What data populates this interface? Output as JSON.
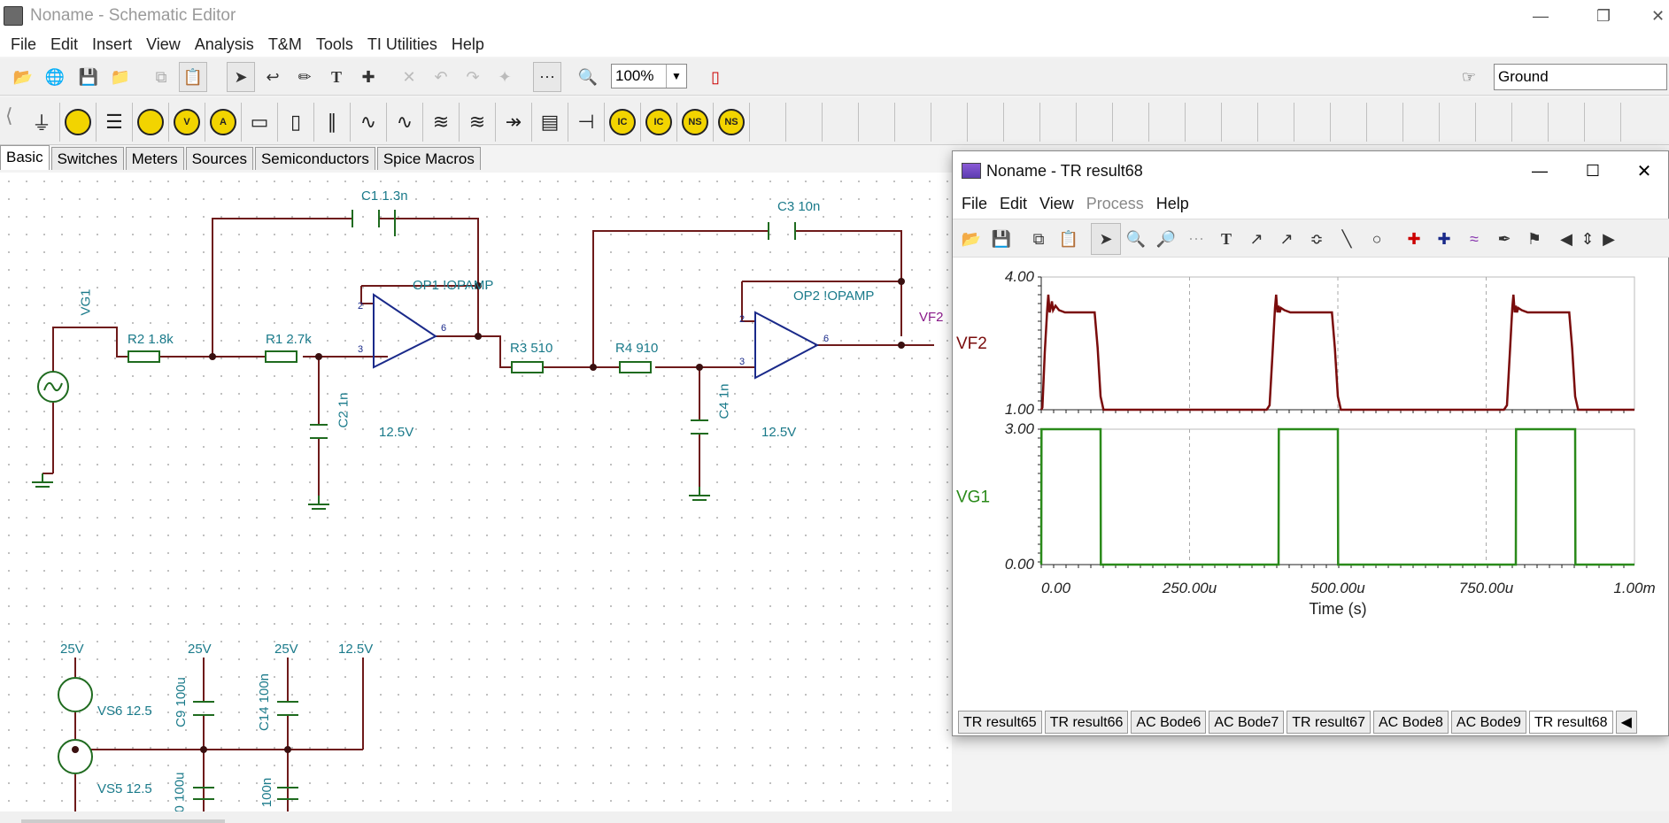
{
  "app": {
    "title": "Noname - Schematic Editor",
    "menu": [
      "File",
      "Edit",
      "Insert",
      "View",
      "Analysis",
      "T&M",
      "Tools",
      "TI Utilities",
      "Help"
    ],
    "zoom": "100%",
    "component_select": "Ground",
    "palette_tabs": [
      "Basic",
      "Switches",
      "Meters",
      "Sources",
      "Semiconductors",
      "Spice Macros"
    ],
    "palette_icons": [
      "ground-icon",
      "voltage-source-icon",
      "battery-icon",
      "voltmeter-icon",
      "voltmeter-v-icon",
      "ammeter-icon",
      "resistor-icon",
      "potentiometer-icon",
      "capacitor-icon",
      "inductor-icon",
      "transformer-icon",
      "coupled-inductor-icon",
      "transformer-core-icon",
      "switch-icon",
      "variable-resistor-icon",
      "capacitor-variable-icon",
      "ic-icon",
      "ic-plus-icon",
      "ns-icon",
      "ns-plus-icon"
    ],
    "palette_badges": {
      "ic": "IC",
      "ns": "NS",
      "v": "V",
      "a": "A"
    }
  },
  "schematic": {
    "labels": {
      "c1": "C1 1.3n",
      "c3": "C3 10n",
      "op1": "OP1 !OPAMP",
      "op2": "OP2 !OPAMP",
      "r2": "R2 1.8k",
      "r1": "R1 2.7k",
      "r3": "R3 510",
      "r4": "R4 910",
      "c2": "C2 1n",
      "c4": "C4 1n",
      "vg1": "VG1",
      "vf2": "VF2",
      "op1_supply": "12.5V",
      "op2_supply": "12.5V",
      "v25a": "25V",
      "v25b": "25V",
      "v25c": "25V",
      "v125": "12.5V",
      "vs6": "VS6 12.5",
      "vs5": "VS5 12.5",
      "c9": "C9 100u",
      "c14": "C14 100n",
      "c_bot1": "0 100u",
      "c_bot2": "100n",
      "pin2": "2",
      "pin3": "3",
      "pin6": "6",
      "plus": "+",
      "minus": "−"
    }
  },
  "result_window": {
    "title": "Noname - TR result68",
    "menu": [
      {
        "label": "File",
        "disabled": false
      },
      {
        "label": "Edit",
        "disabled": false
      },
      {
        "label": "View",
        "disabled": false
      },
      {
        "label": "Process",
        "disabled": true
      },
      {
        "label": "Help",
        "disabled": false
      }
    ],
    "tabs": [
      "TR result65",
      "TR result66",
      "AC Bode6",
      "AC Bode7",
      "TR result67",
      "AC Bode8",
      "AC Bode9",
      "TR result68"
    ],
    "active_tab": "TR result68"
  },
  "chart_data": [
    {
      "type": "line",
      "series": [
        {
          "name": "VF2",
          "color": "#7a0c0c",
          "x": [
            0,
            2,
            6,
            10,
            12,
            14,
            16,
            18,
            20,
            24,
            30,
            40,
            60,
            80,
            90,
            95,
            100,
            105,
            110,
            200,
            300,
            380,
            385,
            390,
            394,
            396,
            398,
            400,
            402,
            404,
            410,
            420,
            440,
            460,
            480,
            490,
            495,
            500,
            505,
            510,
            600,
            700,
            780,
            785,
            790,
            794,
            796,
            798,
            800,
            802,
            804,
            810,
            820,
            840,
            880,
            890,
            895,
            900,
            905,
            1000
          ],
          "y": [
            1.0,
            1.05,
            2.3,
            3.25,
            3.6,
            3.2,
            3.3,
            3.45,
            3.25,
            3.35,
            3.25,
            3.2,
            3.2,
            3.2,
            3.2,
            2.4,
            1.3,
            1.0,
            1.0,
            1.0,
            1.0,
            1.0,
            1.1,
            2.3,
            3.3,
            3.6,
            3.2,
            3.35,
            3.2,
            3.3,
            3.25,
            3.2,
            3.2,
            3.2,
            3.2,
            3.2,
            2.4,
            1.3,
            1.0,
            1.0,
            1.0,
            1.0,
            1.0,
            1.1,
            2.3,
            3.3,
            3.6,
            3.2,
            3.35,
            3.2,
            3.3,
            3.25,
            3.2,
            3.2,
            3.2,
            3.2,
            2.4,
            1.3,
            1.0,
            1.0
          ]
        }
      ],
      "ylabel": "VF2",
      "ylim": [
        1.0,
        4.0
      ],
      "yticks": [
        "4.00",
        "1.00"
      ],
      "xlim": [
        0,
        1000
      ],
      "grid": true
    },
    {
      "type": "line",
      "series": [
        {
          "name": "VG1",
          "color": "#2a8a1a",
          "x": [
            0,
            0.5,
            100,
            100.5,
            400,
            400.5,
            500,
            500.5,
            800,
            800.5,
            900,
            900.5,
            1000
          ],
          "y": [
            0,
            3,
            3,
            0,
            0,
            3,
            3,
            0,
            0,
            3,
            3,
            0,
            0
          ]
        }
      ],
      "ylabel": "VG1",
      "ylim": [
        0,
        3.0
      ],
      "yticks": [
        "3.00",
        "0.00"
      ],
      "xticks": [
        "0.00",
        "250.00u",
        "500.00u",
        "750.00u",
        "1.00m"
      ],
      "xlabel": "Time (s)",
      "xlim": [
        0,
        1000
      ],
      "grid": true
    }
  ]
}
